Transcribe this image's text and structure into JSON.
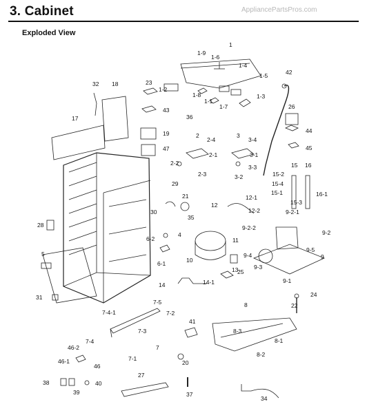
{
  "header": {
    "title": "3.  Cabinet",
    "watermark": "AppliancePartsPros.com",
    "subtitle": "Exploded View"
  },
  "callouts": [
    "1",
    "1-1",
    "1-2",
    "1-3",
    "1-4",
    "1-5",
    "1-6",
    "1-7",
    "1-8",
    "1-9",
    "2",
    "2-1",
    "2-2",
    "2-3",
    "2-4",
    "3",
    "3-1",
    "3-2",
    "3-3",
    "3-4",
    "4",
    "5",
    "6-1",
    "6-2",
    "7",
    "7-1",
    "7-2",
    "7-3",
    "7-4",
    "7-4-1",
    "7-5",
    "8",
    "8-1",
    "8-2",
    "8-3",
    "9",
    "9-1",
    "9-2",
    "9-2-1",
    "9-2-2",
    "9-3",
    "9-4",
    "9-5",
    "10",
    "11",
    "12",
    "12-1",
    "12-2",
    "13",
    "14",
    "14-1",
    "15",
    "15-1",
    "15-2",
    "15-3",
    "15-4",
    "16",
    "16-1",
    "17",
    "18",
    "19",
    "20",
    "21",
    "22",
    "23",
    "24",
    "25",
    "26",
    "27",
    "28",
    "29",
    "30",
    "31",
    "32",
    "34",
    "35",
    "36",
    "37",
    "38",
    "39",
    "40",
    "41",
    "42",
    "43",
    "44",
    "45",
    "46",
    "46-1",
    "46-2",
    "47"
  ]
}
